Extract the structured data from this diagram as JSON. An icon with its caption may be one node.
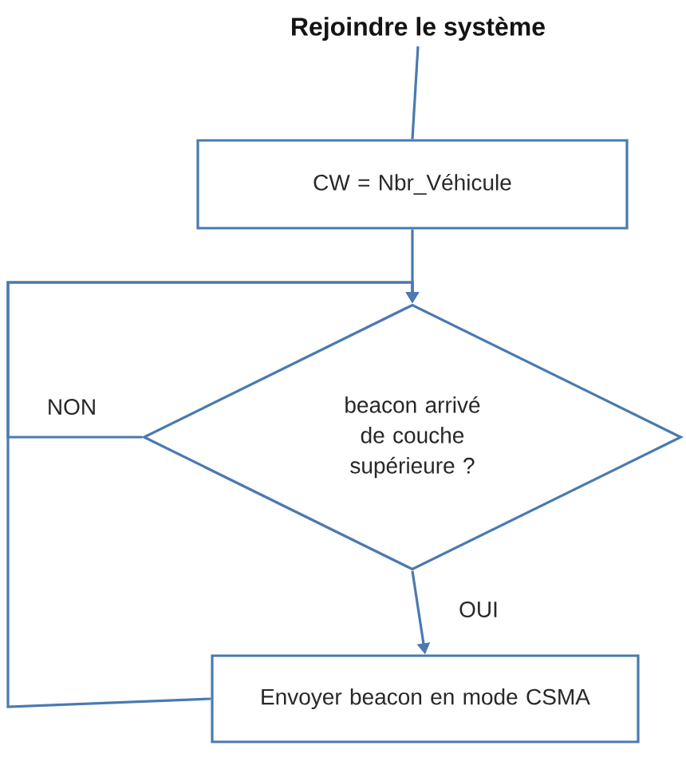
{
  "diagram": {
    "nodes": [
      {
        "text": [
          "Rejoindre le système"
        ]
      },
      {
        "text": [
          "CW = Nbr_Véhicule"
        ]
      },
      {
        "text": [
          "beacon arrivé de couche supérieure ?"
        ]
      },
      {
        "text": [
          "Envoyer beacon en mode CSMA"
        ]
      }
    ],
    "edges": [
      {
        "from": 0,
        "to": 1,
        "arrow": "none"
      },
      {
        "from": 1,
        "to": 2,
        "arrow": "to"
      },
      {
        "from": 2,
        "to": 3,
        "arrow": "to",
        "label": "OUI"
      },
      {
        "from": 2,
        "to": 2,
        "arrow": "to",
        "label": "NON"
      },
      {
        "from": 3,
        "to": 2,
        "arrow": "to"
      }
    ]
  }
}
